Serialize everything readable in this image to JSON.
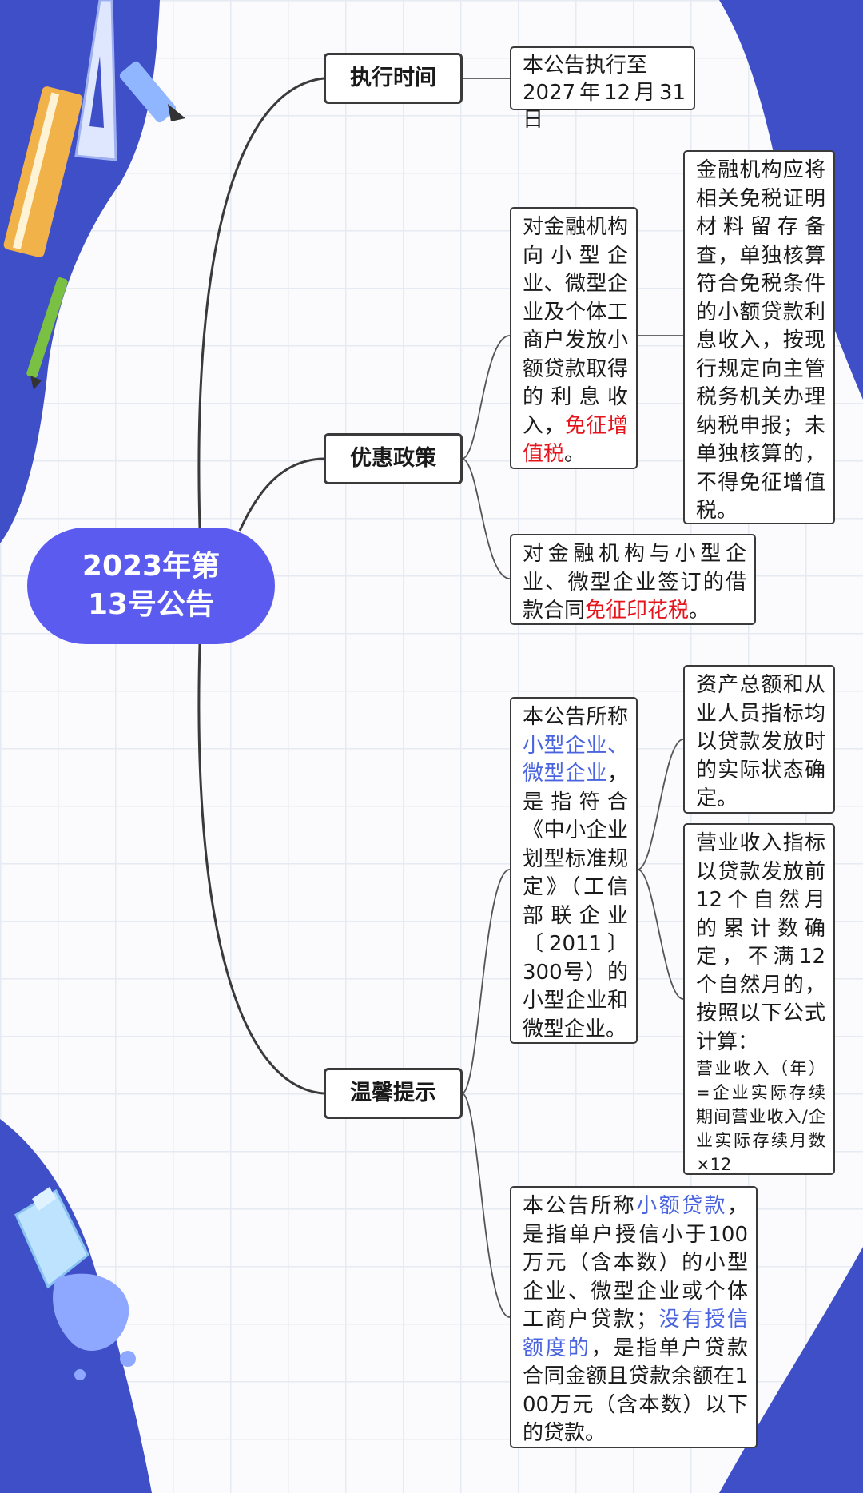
{
  "root": {
    "line1": "2023年第",
    "line2": "13号公告"
  },
  "branches": {
    "time": "执行时间",
    "policy": "优惠政策",
    "tips": "温馨提示"
  },
  "time_leaf": {
    "line1": "本公告执行至",
    "line2": "2027年12月31日"
  },
  "policy_leaf_1": {
    "text": "对金融机构向小型企业、微型企业及个体工商户发放小额贷款取得的利息收入，",
    "highlight": "免征增值税",
    "end": "。"
  },
  "policy_leaf_1_note": {
    "text": "金融机构应将相关免税证明材料留存备查，单独核算符合免税条件的小额贷款利息收入，按现行规定向主管税务机关办理纳税申报；未单独核算的，不得免征增值税。"
  },
  "policy_leaf_2": {
    "text": "对金融机构与小型企业、微型企业签订的借款合同",
    "highlight": "免征印花税",
    "end": "。"
  },
  "tips_leaf_1": {
    "pre": "本公告所称",
    "highlight": "小型企业、微型企业",
    "text": "，是指符合《中小企业划型标准规定》（工信部联企业〔2011〕300号）的小型企业和微型企业。"
  },
  "tips_leaf_1_note_a": {
    "text": "资产总额和从业人员指标均以贷款发放时的实际状态确定。"
  },
  "tips_leaf_1_note_b": {
    "text": "营业收入指标以贷款发放前12个自然月的累计数确定，不满12个自然月的，按照以下公式计算：",
    "formula": "营业收入（年）=企业实际存续期间营业收入/企业实际存续月数×12"
  },
  "tips_leaf_2": {
    "pre": "本公告所称",
    "hl1": "小额贷款",
    "mid": "，是指单户授信小于100万元（含本数）的小型企业、微型企业或个体工商户贷款；",
    "hl2": "没有授信额度的",
    "end": "，是指单户贷款合同金额且贷款余额在100万元（含本数）以下的贷款。"
  },
  "colors": {
    "root": "#5b5bf0",
    "highlight_red": "#e5141c",
    "highlight_blue": "#4a64e0",
    "deco_blue": "#3f4fc8"
  }
}
